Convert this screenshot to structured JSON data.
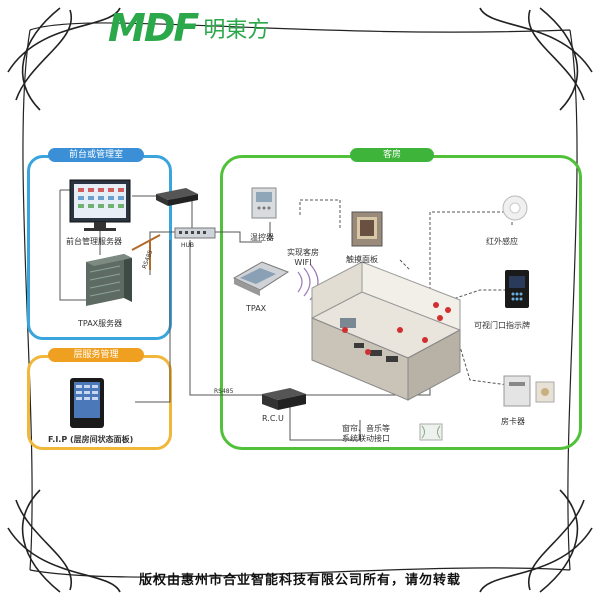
{
  "logo": {
    "brand": "MDF",
    "chinese": "明東方"
  },
  "sections": {
    "front_desk": "前台或管理室",
    "floor_service": "层服务管理",
    "guest_room": "客房"
  },
  "nodes": {
    "front_server": "前台管理服务器",
    "tpax_server": "TPAX服务器",
    "fip": "F.I.P (层房间状态面板)",
    "switch": "HUB",
    "tpax": "TPAX",
    "rcu": "R.C.U",
    "thermostat": "温控器",
    "touch_panel": "触摸面板",
    "wifi": "实现客房\nWIFI",
    "ir_sensor": "红外感应",
    "door_sign": "可视门口指示牌",
    "card_switch": "房卡器",
    "curtain": "窗帘、音乐等\n系统联动接口"
  },
  "links": {
    "rs485_a": "RS485",
    "rs485_b": "RS485"
  },
  "footer": "版权由惠州市合业智能科技有限公司所有，请勿转载",
  "colors": {
    "brand_green": "#2aa84a",
    "front_desk": "#3aa5dc",
    "floor_service": "#f0b73a",
    "guest_room": "#52c13a"
  }
}
